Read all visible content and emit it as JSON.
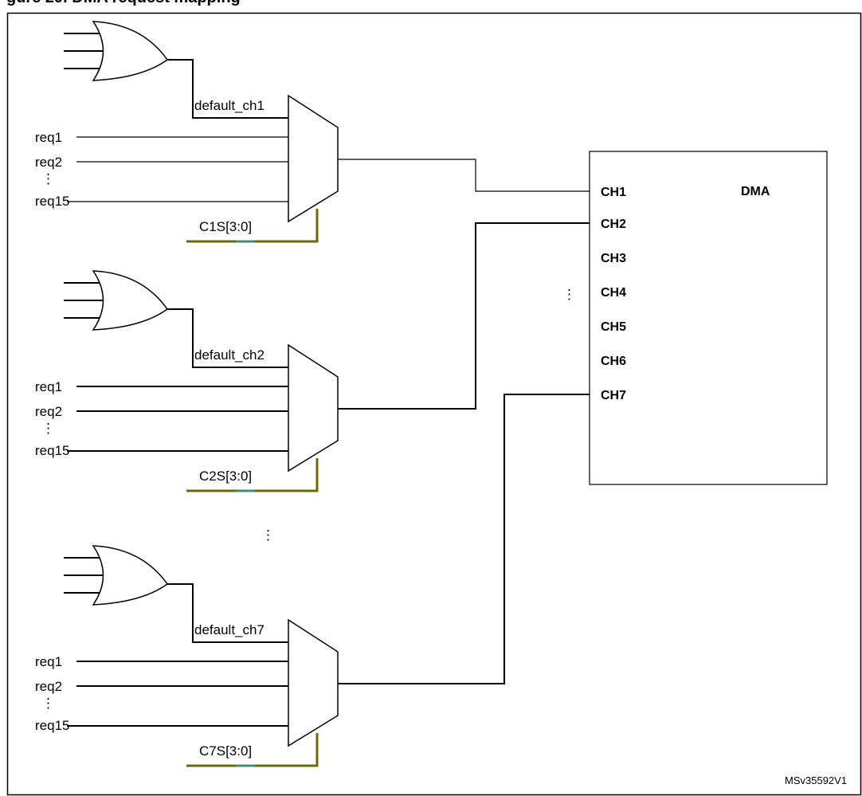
{
  "figure": {
    "title": "gure 29. DMA request mapping",
    "reference_id": "MSv35592V1"
  },
  "dma": {
    "title": "DMA",
    "channels": [
      "CH1",
      "CH2",
      "CH3",
      "CH4",
      "CH5",
      "CH6",
      "CH7"
    ],
    "channel_ellipsis": "⋮"
  },
  "muxes": [
    {
      "default_label": "default_ch1",
      "inputs": [
        "req1",
        "req2",
        "⋮",
        "req15"
      ],
      "select_label": "C1S[3:0]",
      "output_channel": "CH1"
    },
    {
      "default_label": "default_ch2",
      "inputs": [
        "req1",
        "req2",
        "⋮",
        "req15"
      ],
      "select_label": "C2S[3:0]",
      "output_channel": "CH2"
    },
    {
      "default_label": "default_ch7",
      "inputs": [
        "req1",
        "req2",
        "⋮",
        "req15"
      ],
      "select_label": "C7S[3:0]",
      "output_channel": "CH7"
    }
  ],
  "mux_ellipsis": "⋮"
}
